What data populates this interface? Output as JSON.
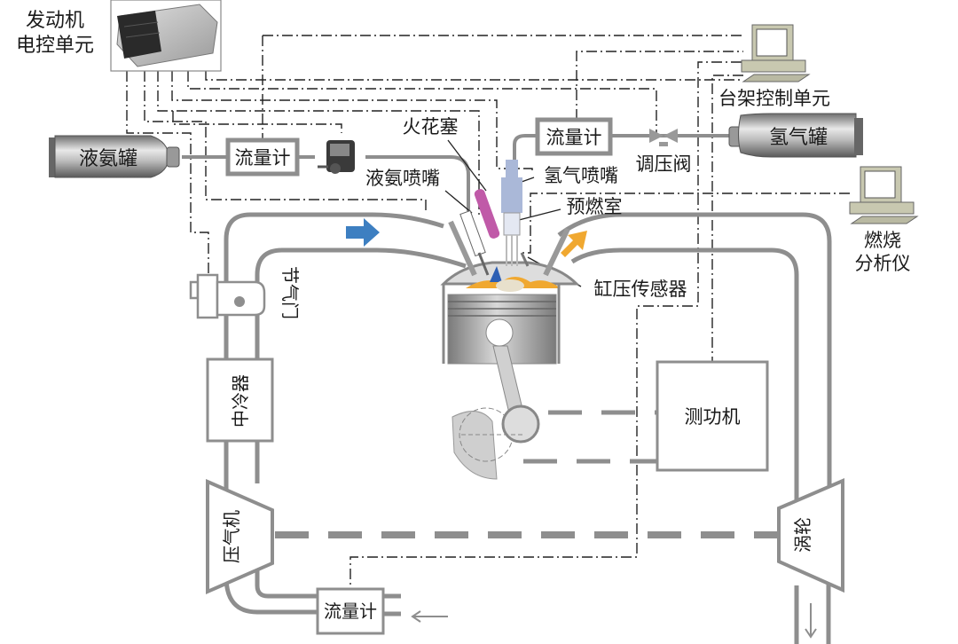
{
  "title": "氨氢发动机试验台架示意图",
  "components": {
    "ecu": "发动机\n电控单元",
    "ecu_line1": "发动机",
    "ecu_line2": "电控单元",
    "ammonia_tank": "液氨罐",
    "flowmeter_ammonia": "流量计",
    "flowmeter_hydrogen": "流量计",
    "flowmeter_air": "流量计",
    "spark_plug": "火花塞",
    "ammonia_injector": "液氨喷嘴",
    "hydrogen_injector": "氢气喷嘴",
    "prechamber": "预燃室",
    "pressure_regulator": "调压阀",
    "hydrogen_tank": "氢气罐",
    "bench_control": "台架控制单元",
    "combustion_analyzer_line1": "燃烧",
    "combustion_analyzer_line2": "分析仪",
    "cylinder_pressure_sensor": "缸压传感器",
    "throttle": "节气门",
    "intercooler": "中冷器",
    "compressor": "压气机",
    "dynamometer": "测功机",
    "turbine": "涡轮"
  },
  "icons": {
    "ecu": "ecu-module-icon",
    "pump": "high-pressure-pump-icon",
    "computer": "desktop-computer-icon",
    "tank": "gas-cylinder-icon",
    "valve": "pressure-valve-icon",
    "intake_arrow": "intake-flow-arrow",
    "exhaust_arrow": "exhaust-flow-arrow"
  },
  "colors": {
    "pipe": "#8e8e8e",
    "intake_arrow": "#3d7fc1",
    "exhaust_arrow": "#f0a830",
    "spark_plug": "#c05aa8",
    "hydrogen_injector": "#aab8d8",
    "signal_line": "#222222"
  }
}
